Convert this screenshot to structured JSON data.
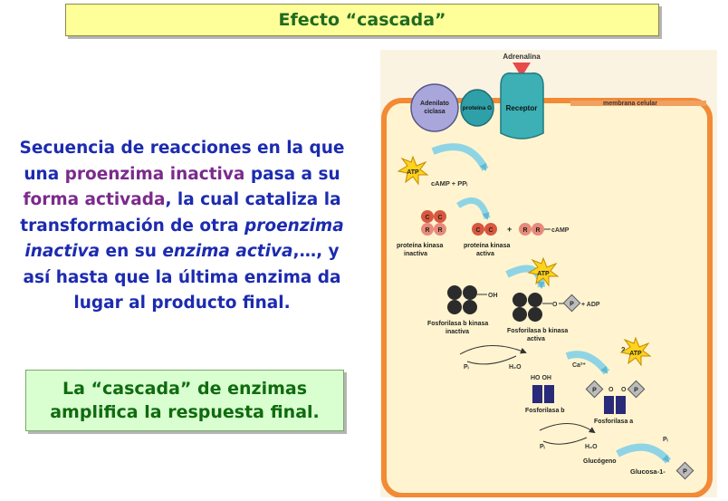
{
  "title": "Efecto “cascada”",
  "definition": {
    "l1": "Secuencia de reacciones en la que",
    "l2a": "una ",
    "l2b": "proenzima inactiva",
    "l2c": " pasa a su",
    "l3a": "forma activada",
    "l3b": ", la cual cataliza la",
    "l4a": "transformación de otra ",
    "l4b": "proenzima",
    "l5a": "inactiva",
    "l5b": " en su ",
    "l5c": "enzima activa",
    "l5d": ",…, y",
    "l6": "así hasta que la última enzima da",
    "l7": "lugar al producto final."
  },
  "note": {
    "l1": "La “cascada” de enzimas",
    "l2": "amplifica la respuesta final."
  },
  "diagram": {
    "adrenalina": "Adrenalina",
    "adenilato_1": "Adenilato",
    "adenilato_2": "ciclasa",
    "proteina_g": "proteína G",
    "receptor": "Receptor",
    "membrana": "membrana celular",
    "atp": "ATP",
    "camp_ppi": "cAMP + PPᵢ",
    "c": "C",
    "r": "R",
    "plus": "+",
    "camp": "cAMP",
    "pk_inactiva_1": "proteína kinasa",
    "pk_inactiva_2": "inactiva",
    "pk_activa_1": "proteína kinasa",
    "pk_activa_2": "activa",
    "oh": "OH",
    "o": "O",
    "p": "P",
    "plus_adp": "+ ADP",
    "fbk_inactiva_1": "Fosforilasa b kinasa",
    "fbk_inactiva_2": "inactiva",
    "fbk_activa_1": "Fosforilasa b kinasa",
    "fbk_activa_2": "activa",
    "pi": "Pᵢ",
    "h2o": "H₂O",
    "ca": "Ca²⁺",
    "two": "2",
    "ho_oh": "HO   OH",
    "fosforilasa_b": "Fosforilasa b",
    "fosforilasa_a": "Fosforilasa a",
    "glucogeno": "Glucógeno",
    "glucosa": "Glucosa-1-"
  }
}
